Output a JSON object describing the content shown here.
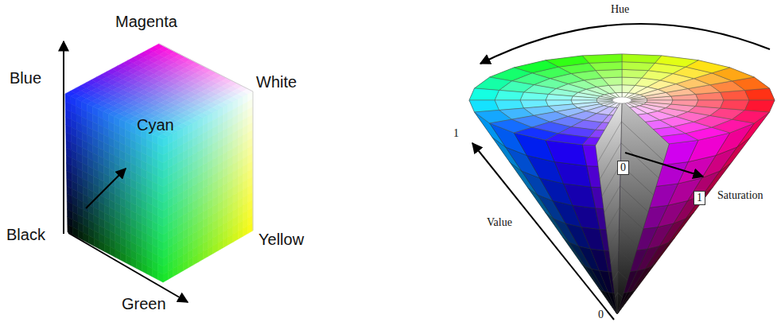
{
  "diagram": {
    "labels": [
      "Magenta",
      "Blue",
      "White",
      "Cyan",
      "Black",
      "Yellow",
      "Green",
      "Hue",
      "1",
      "0",
      "Saturation",
      "1",
      "Value",
      "0"
    ]
  }
}
